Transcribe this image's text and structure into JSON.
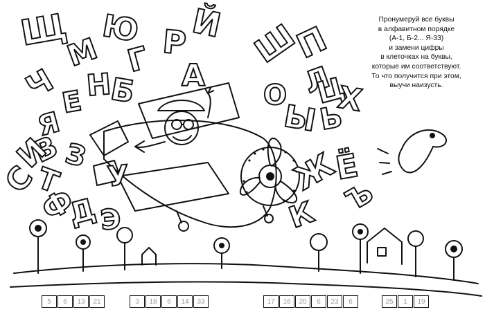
{
  "instructions": [
    "Пронумеруй все буквы",
    "в алфавитном порядке",
    "(А-1, Б-2... Я-33)",
    "и замени цифры",
    "в клеточках на буквы,",
    "которые им соответствуют.",
    "То что получится при этом,",
    "выучи наизусть."
  ],
  "answer_groups": [
    {
      "cells": [
        "5",
        "6",
        "13",
        "21"
      ]
    },
    {
      "cells": [
        "3",
        "18",
        "6",
        "14",
        "33"
      ]
    },
    {
      "cells": [
        "17",
        "16",
        "20",
        "6",
        "23",
        "6"
      ]
    },
    {
      "cells": [
        "25",
        "1",
        "19"
      ]
    }
  ],
  "scattered_letters": [
    "Щ",
    "М",
    "Ю",
    "Р",
    "Й",
    "Г",
    "Ш",
    "П",
    "Ч",
    "Е",
    "Н",
    "Б",
    "А",
    "Л",
    "Ц",
    "Х",
    "Я",
    "В",
    "Ы",
    "Ь",
    "И",
    "З",
    "Ж",
    "Ё",
    "Ъ",
    "С",
    "У",
    "Т",
    "Ф",
    "Д",
    "Э",
    "К",
    "О"
  ]
}
